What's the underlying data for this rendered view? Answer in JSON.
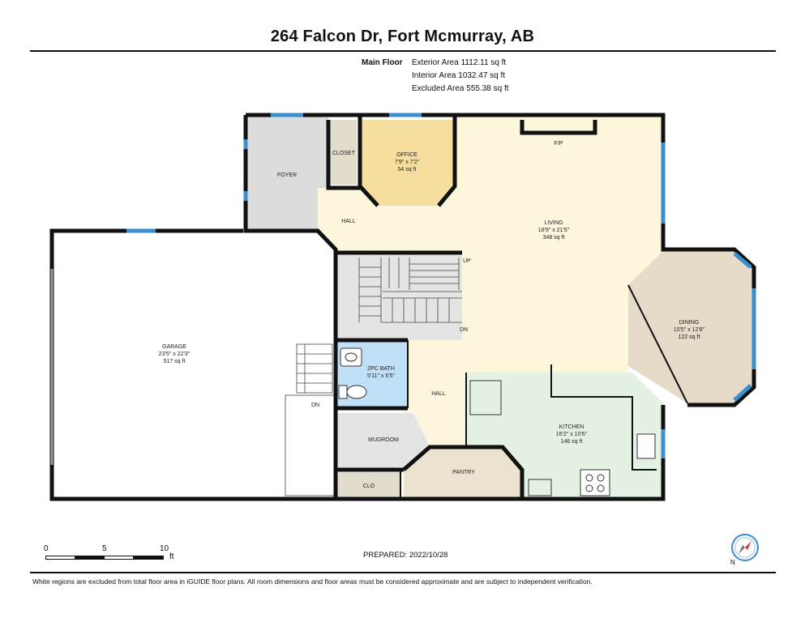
{
  "title": "264 Falcon Dr, Fort Mcmurray, AB",
  "floor_label": "Main Floor",
  "areas": {
    "exterior": "Exterior Area 1112.11 sq ft",
    "interior": "Interior Area 1032.47 sq ft",
    "excluded": "Excluded Area 555.38 sq ft"
  },
  "rooms": {
    "garage": {
      "name": "GARAGE",
      "dims": "23'5\" x 22'3\"",
      "area": "517 sq ft"
    },
    "foyer": {
      "name": "FOYER"
    },
    "closet": {
      "name": "CLOSET"
    },
    "office": {
      "name": "OFFICE",
      "dims": "7'9\" x 7'2\"",
      "area": "54 sq ft"
    },
    "living": {
      "name": "LIVING",
      "dims": "18'9\" x 21'5\"",
      "area": "348 sq ft"
    },
    "dining": {
      "name": "DINING",
      "dims": "10'5\" x 12'8\"",
      "area": "122 sq ft"
    },
    "bath": {
      "name": "2PC BATH",
      "dims": "5'11\" x 5'5\""
    },
    "kitchen": {
      "name": "KITCHEN",
      "dims": "16'2\" x 10'6\"",
      "area": "146 sq ft"
    },
    "mudroom": {
      "name": "MUDROOM"
    },
    "pantry": {
      "name": "PANTRY"
    },
    "clo": {
      "name": "CLO"
    },
    "hall_upper": {
      "name": "HALL"
    },
    "hall_lower": {
      "name": "HALL"
    }
  },
  "labels": {
    "fireplace": "F/P",
    "stairs_up": "UP",
    "stairs_down": "DN",
    "garage_stairs_down": "DN"
  },
  "scale": {
    "t0": "0",
    "t5": "5",
    "t10": "10",
    "unit": "ft"
  },
  "prepared": "PREPARED: 2022/10/28",
  "footer": "White regions are excluded from total floor area in iGUIDE floor plans. All room dimensions and floor areas must be considered approximate and are subject to independent verification.",
  "compass_label": "N",
  "colors": {
    "wall": "#111111",
    "window": "#3a8fd0",
    "living": "#fbf6dc",
    "office": "#f6df9e",
    "foyer": "#dcdcdc",
    "bath": "#bfe0f7",
    "kitchen": "#e4f2e4",
    "dining": "#e6dac8",
    "pantry": "#ece2d0",
    "stairs": "#e4e4e4"
  }
}
